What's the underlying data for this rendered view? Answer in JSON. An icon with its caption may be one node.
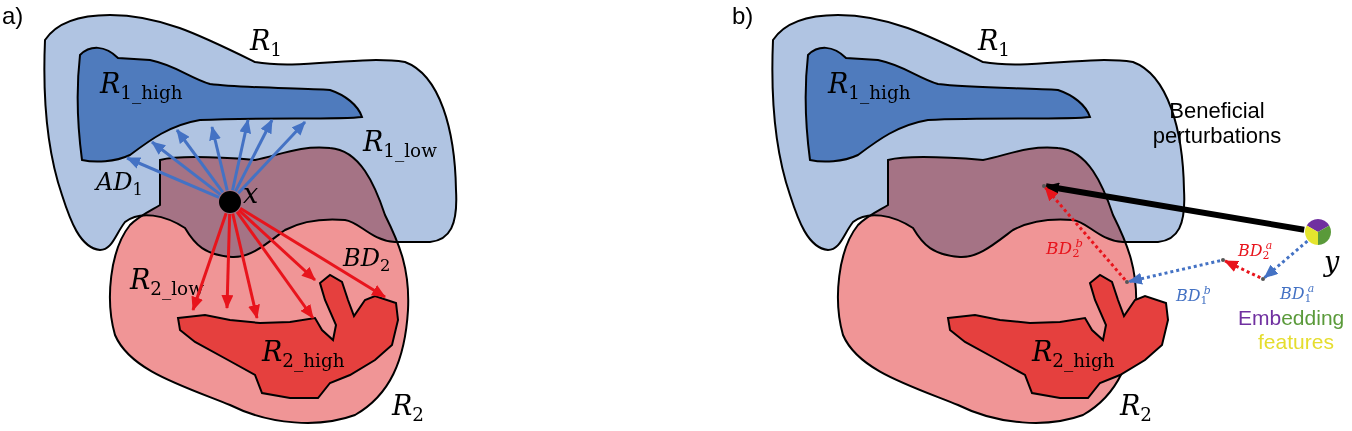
{
  "diagram": {
    "nodes": [
      {
        "text": [
          "R$_{1}$",
          "R$_{1_low}$"
        ]
      },
      {
        "text": [
          "R$_{1_high}$"
        ],
        "in": 0
      },
      {
        "text": [
          "R$_{2_low}$",
          "R$_{2}$"
        ]
      },
      {
        "text": [
          "R$_{2_high}$"
        ],
        "in": 2
      },
      {
        "text": [],
        "shape": "circle",
        "beside": [
          "x"
        ]
      },
      {
        "text": [
          "R$_{1}$"
        ]
      },
      {
        "text": [
          "R$_{1_high}$"
        ],
        "in": 5
      },
      {
        "text": [
          "R$_{2}$"
        ]
      },
      {
        "text": [
          "R$_{2_high}$"
        ],
        "in": 7
      },
      {
        "text": [],
        "shape": "circle",
        "beside": [
          "y"
        ]
      },
      {
        "text": [],
        "shape": "point"
      },
      {
        "text": [],
        "shape": "point",
        "in": 7
      },
      {
        "text": [],
        "shape": "point"
      },
      {
        "text": [],
        "shape": "point"
      }
    ],
    "edges": [
      {
        "from": 4,
        "to": 1,
        "arrow": "to",
        "label": "AD$_{1}$"
      },
      {
        "from": 4,
        "to": 1,
        "arrow": "to"
      },
      {
        "from": 4,
        "to": 1,
        "arrow": "to"
      },
      {
        "from": 4,
        "to": 1,
        "arrow": "to"
      },
      {
        "from": 4,
        "to": 1,
        "arrow": "to"
      },
      {
        "from": 4,
        "to": 1,
        "arrow": "to"
      },
      {
        "from": 4,
        "to": 1,
        "arrow": "to"
      },
      {
        "from": 4,
        "to": 3,
        "arrow": "to",
        "color": "#e8141c"
      },
      {
        "from": 4,
        "to": 3,
        "arrow": "to",
        "color": "#e8141c"
      },
      {
        "from": 4,
        "to": 3,
        "arrow": "to",
        "color": "#e8141c"
      },
      {
        "from": 4,
        "to": 3,
        "arrow": "to",
        "color": "#e8141c"
      },
      {
        "from": 4,
        "to": 3,
        "arrow": "to",
        "color": "#e8141c"
      },
      {
        "from": 4,
        "to": 3,
        "arrow": "to",
        "color": "#e8141c",
        "label": "BD$_{2}$"
      },
      {
        "from": 9,
        "to": 10,
        "arrow": "to",
        "style": "thick",
        "color": "#000000",
        "label": "Beneficial perturbations"
      },
      {
        "from": 9,
        "to": 13,
        "arrow": "to",
        "style": "dashed",
        "label": "BD$_{1}$$^{a}$"
      },
      {
        "from": 13,
        "to": 12,
        "arrow": "to",
        "style": "dashed",
        "color": "#e8141c",
        "label": "BD$_{2}$$^{a}$"
      },
      {
        "from": 12,
        "to": 11,
        "arrow": "to",
        "style": "dashed",
        "label": "BD$_{1}$$^{b}$"
      },
      {
        "from": 11,
        "to": 10,
        "arrow": "to",
        "style": "dashed",
        "color": "#e8141c",
        "label": "BD$_{2}$$^{b}$"
      }
    ],
    "labels": [
      "a)",
      "b)",
      "Embedding",
      "features"
    ]
  }
}
